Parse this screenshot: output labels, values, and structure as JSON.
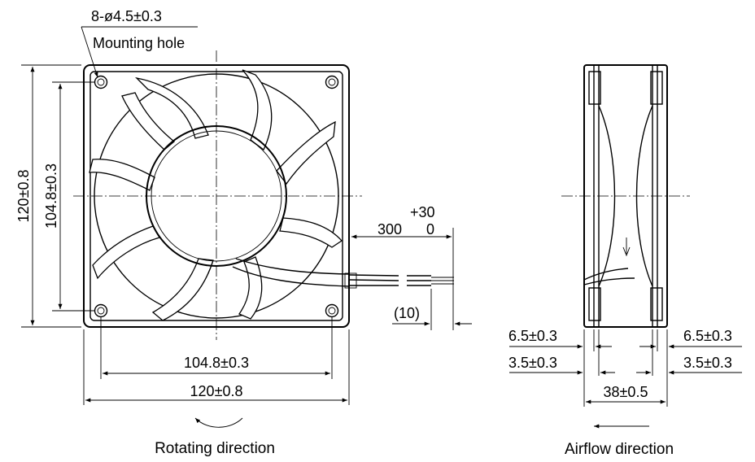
{
  "mounting_hole": {
    "spec": "8-ø4.5±0.3",
    "label": "Mounting hole"
  },
  "front_view": {
    "outer_height": "120±0.8",
    "hole_pitch_vertical": "104.8±0.3",
    "hole_pitch_horizontal": "104.8±0.3",
    "outer_width": "120±0.8"
  },
  "lead_wire": {
    "length": "300",
    "tol_plus": "+30",
    "tol_minus": "0",
    "strip_length": "(10)"
  },
  "side_view": {
    "flange_left": "6.5±0.3",
    "flange_right": "6.5±0.3",
    "step_left": "3.5±0.3",
    "step_right": "3.5±0.3",
    "depth": "38±0.5"
  },
  "captions": {
    "rotating": "Rotating direction",
    "airflow": "Airflow direction"
  }
}
